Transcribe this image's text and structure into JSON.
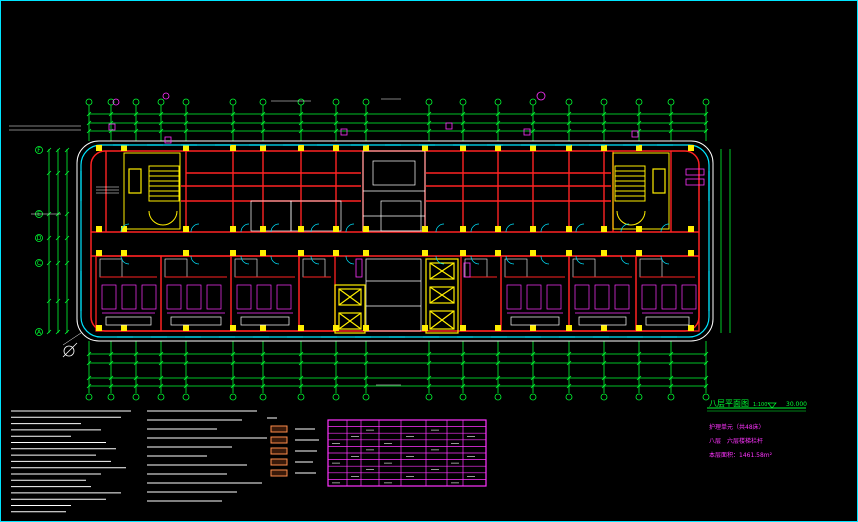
{
  "drawing": {
    "title": "八层平面图",
    "scale": "1:100",
    "elevation": "30.000",
    "info_line_1": "护理单元（共48床）",
    "info_line_2": "八层　六层楼梯栏杆",
    "info_line_3": "本层面积：1461.58m²"
  },
  "grid_bubbles": {
    "left": [
      "F",
      "E",
      "D",
      "C",
      "A"
    ]
  },
  "colors": {
    "background": "#000000",
    "walls": "#ff2222",
    "partitions": "#ffffff",
    "columns": "#ffee00",
    "dimensions": "#00ff33",
    "annotations": "#ff33ff",
    "windows": "#00e5ff",
    "frame": "#00e5ff"
  },
  "icons": [
    "north-arrow-icon",
    "grid-bubble-icon",
    "elevation-marker-icon"
  ]
}
